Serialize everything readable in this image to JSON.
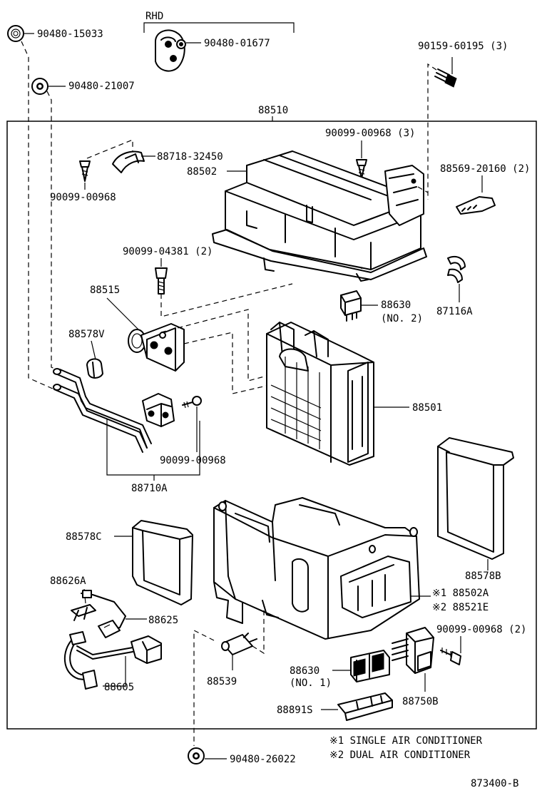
{
  "labels": {
    "rhd": "RHD",
    "p9048015033": "90480-15033",
    "p9048001677": "90480-01677",
    "p9015960195": "90159-60195 (3)",
    "p9048021007": "90480-21007",
    "p88510": "88510",
    "p9009900968_3": "90099-00968 (3)",
    "p8871832450": "88718-32450",
    "p88502": "88502",
    "p8856920160": "88569-20160 (2)",
    "p9009900968_a": "90099-00968",
    "p9009904381": "90099-04381 (2)",
    "p88515": "88515",
    "p88630_top": "88630",
    "p88630_top_sub": "(NO. 2)",
    "p87116a": "87116A",
    "p88578v": "88578V",
    "p88501": "88501",
    "p9009900968_b": "90099-00968",
    "p88710a": "88710A",
    "p88578c": "88578C",
    "p88578b": "88578B",
    "p88626a": "88626A",
    "p88502a": "※1 88502A",
    "p88625": "88625",
    "p88521e": "※2 88521E",
    "p9009900968_2": "90099-00968 (2)",
    "p88630_bot": "88630",
    "p88630_bot_sub": "(NO. 1)",
    "p88605": "88605",
    "p88539": "88539",
    "p88750b": "88750B",
    "p88891s": "88891S",
    "p9048026022": "90480-26022",
    "note1": "※1  SINGLE AIR CONDITIONER",
    "note2": "※2  DUAL AIR CONDITIONER",
    "code": "873400-B"
  }
}
